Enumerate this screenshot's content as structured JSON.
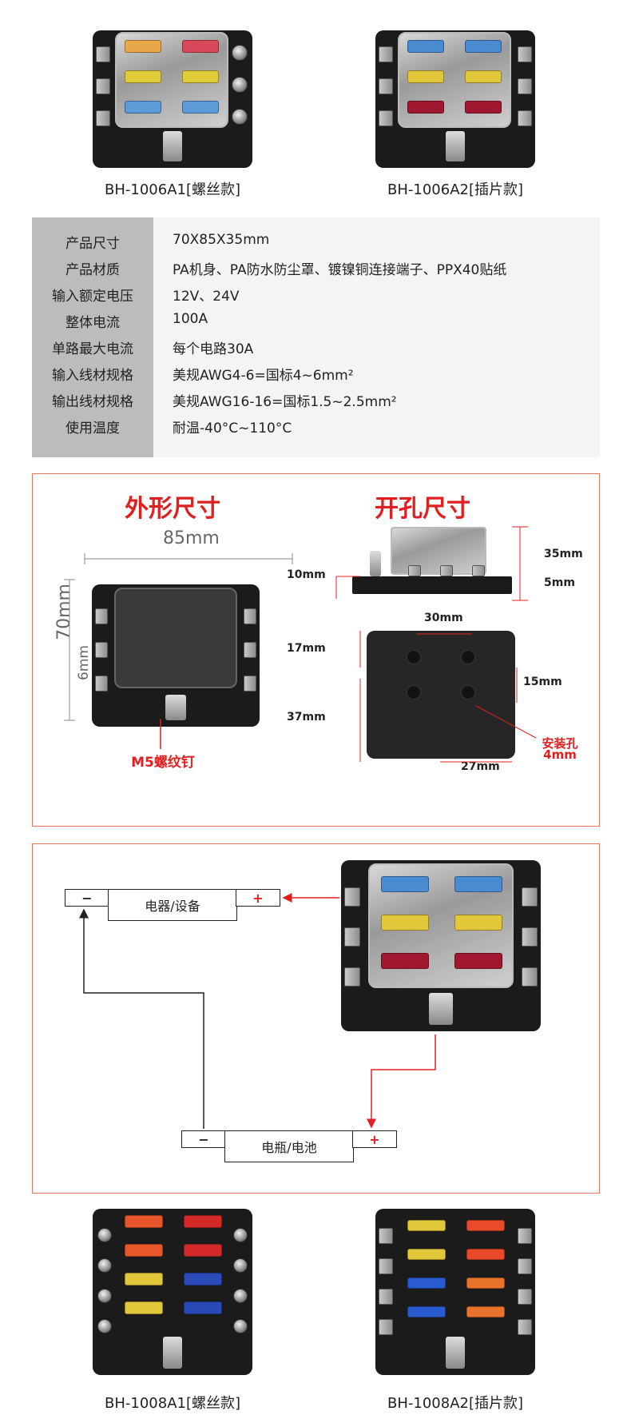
{
  "top_products": [
    {
      "caption": "BH-1006A1[螺丝款]"
    },
    {
      "caption": "BH-1006A2[插片款]"
    }
  ],
  "spec_table": [
    {
      "label": "产品尺寸",
      "value": "70X85X35mm"
    },
    {
      "label": "产品材质",
      "value": "PA机身、PA防水防尘罩、镀镍铜连接端子、PPX40贴纸"
    },
    {
      "label": "输入额定电压",
      "value": "12V、24V"
    },
    {
      "label": "整体电流",
      "value": "100A"
    },
    {
      "label": "单路最大电流",
      "value": "每个电路30A"
    },
    {
      "label": "输入线材规格",
      "value": "美规AWG4-6=国标4~6mm²"
    },
    {
      "label": "输出线材规格",
      "value": "美规AWG16-16=国标1.5~2.5mm²"
    },
    {
      "label": "使用温度",
      "value": "耐温-40°C~110°C"
    }
  ],
  "dimensions": {
    "left_title": "外形尺寸",
    "right_title": "开孔尺寸",
    "width": "85mm",
    "height": "70mm",
    "gap": "6mm",
    "bolt_label": "M5螺纹钉",
    "side_10": "10mm",
    "side_35": "35mm",
    "side_5": "5mm",
    "top_30": "30mm",
    "left_17": "17mm",
    "right_15": "15mm",
    "left_37": "37mm",
    "bottom_27": "27mm",
    "hole_label_1": "安装孔",
    "hole_label_2": "4mm"
  },
  "wiring": {
    "device_label": "电器/设备",
    "battery_label": "电瓶/电池",
    "minus": "−",
    "plus": "+"
  },
  "bottom_products": [
    {
      "caption": "BH-1008A1[螺丝款]"
    },
    {
      "caption": "BH-1008A2[插片款]"
    }
  ],
  "colors": {
    "accent_red": "#e02020",
    "panel_border": "#e8785a",
    "label_bg": "#bcbcbc"
  }
}
